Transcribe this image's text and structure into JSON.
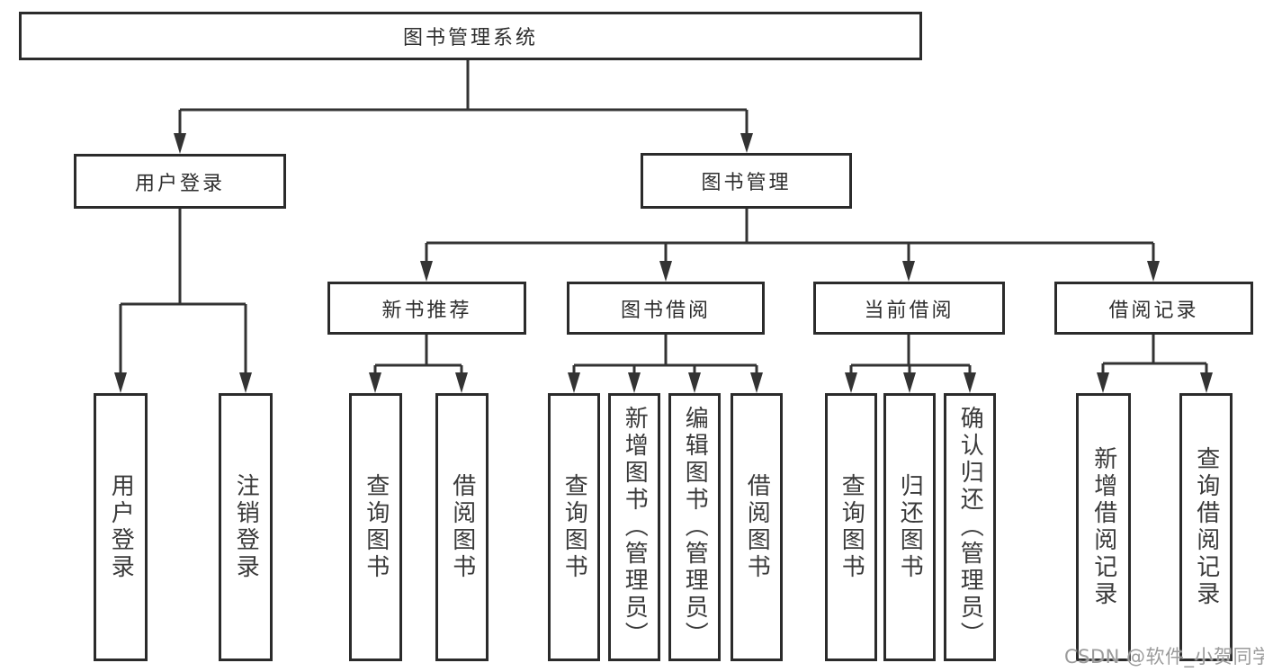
{
  "colors": {
    "line": "#333333",
    "box_border": "#2b2b2b",
    "header_text": "#2e2e2e",
    "leaf_text": "#3a3a3a",
    "watermark": "#9b9b9b",
    "background": "#ffffff"
  },
  "watermark": {
    "text": "CSDN @软件_小贺同学"
  },
  "tree": {
    "root": {
      "label": "图书管理系统",
      "children": [
        {
          "label": "用户登录",
          "children": [
            {
              "label": "用户登录"
            },
            {
              "label": "注销登录"
            }
          ]
        },
        {
          "label": "图书管理",
          "children": [
            {
              "label": "新书推荐",
              "children": [
                {
                  "label": "查询图书"
                },
                {
                  "label": "借阅图书"
                }
              ]
            },
            {
              "label": "图书借阅",
              "children": [
                {
                  "label": "查询图书"
                },
                {
                  "label": "新增图书（管理员）"
                },
                {
                  "label": "编辑图书（管理员）"
                },
                {
                  "label": "借阅图书"
                }
              ]
            },
            {
              "label": "当前借阅",
              "children": [
                {
                  "label": "查询图书"
                },
                {
                  "label": "归还图书"
                },
                {
                  "label": "确认归还（管理员）"
                }
              ]
            },
            {
              "label": "借阅记录",
              "children": [
                {
                  "label": "新增借阅记录"
                },
                {
                  "label": "查询借阅记录"
                }
              ]
            }
          ]
        }
      ]
    }
  }
}
